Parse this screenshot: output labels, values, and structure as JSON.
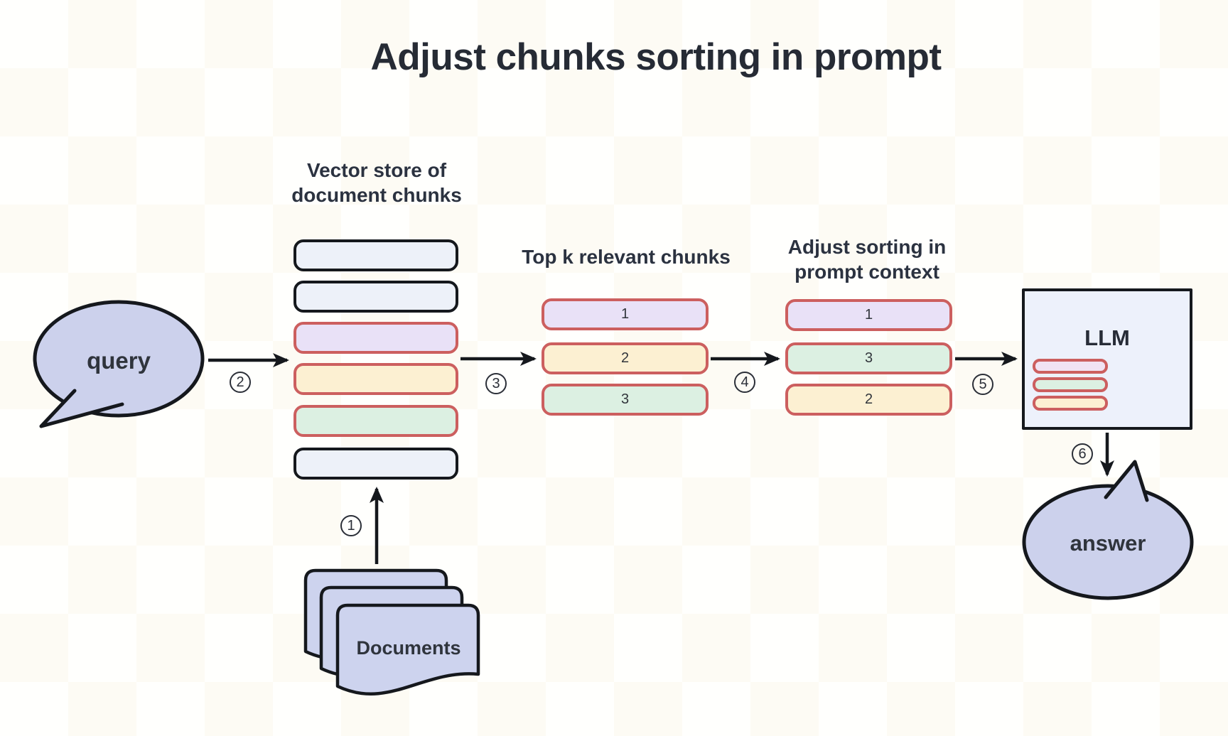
{
  "title": "Adjust chunks sorting in prompt",
  "palette": {
    "lavender": "#ccd1ec",
    "light_blue_chunk": "#edf1f9",
    "purple_chunk": "#e9e1f7",
    "yellow_chunk": "#fcf0d2",
    "green_chunk": "#dcf0e2",
    "pink_pill": "#f1e3f3",
    "red_border": "#cc5f5f",
    "black_border": "#15181d",
    "llm_fill": "#edf1fb",
    "documents_fill": "#cdd3ee",
    "text_dark": "#2b3240"
  },
  "query": {
    "label": "query"
  },
  "vector_store": {
    "label_line1": "Vector store of",
    "label_line2": "document chunks",
    "chunks": [
      {
        "fill": "#edf1f9",
        "border_color": "#15181d"
      },
      {
        "fill": "#edf1f9",
        "border_color": "#15181d"
      },
      {
        "fill": "#e9e1f7",
        "border_color": "#cc5f5f"
      },
      {
        "fill": "#fcf0d2",
        "border_color": "#cc5f5f"
      },
      {
        "fill": "#dcf0e2",
        "border_color": "#cc5f5f"
      },
      {
        "fill": "#edf1f9",
        "border_color": "#15181d"
      }
    ]
  },
  "topk": {
    "label": "Top k relevant chunks",
    "items": [
      {
        "label": "1",
        "fill": "#e9e1f7"
      },
      {
        "label": "2",
        "fill": "#fcf0d2"
      },
      {
        "label": "3",
        "fill": "#dcf0e2"
      }
    ]
  },
  "adjust": {
    "label_line1": "Adjust sorting in",
    "label_line2": "prompt context",
    "items": [
      {
        "label": "1",
        "fill": "#e9e1f7"
      },
      {
        "label": "3",
        "fill": "#dcf0e2"
      },
      {
        "label": "2",
        "fill": "#fcf0d2"
      }
    ]
  },
  "llm": {
    "label": "LLM",
    "pills": [
      {
        "fill": "#f1e3f3"
      },
      {
        "fill": "#dcf0e2"
      },
      {
        "fill": "#fcf0d2"
      }
    ]
  },
  "answer": {
    "label": "answer"
  },
  "documents": {
    "label": "Documents"
  },
  "steps": [
    "1",
    "2",
    "3",
    "4",
    "5",
    "6"
  ]
}
